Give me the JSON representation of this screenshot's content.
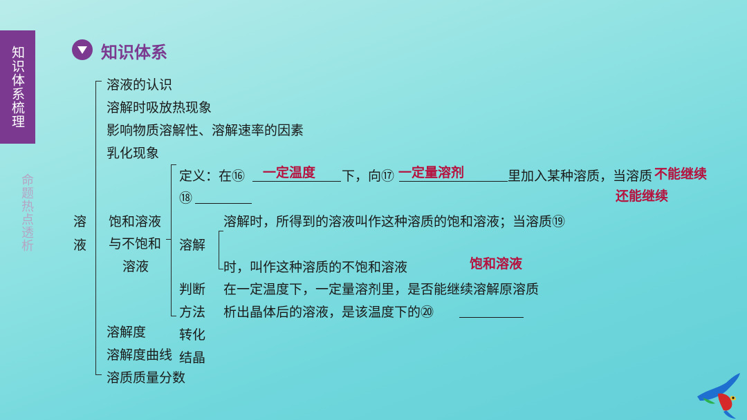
{
  "sidebar": {
    "active": "知识体系梳理",
    "inactive": "命题热点透析"
  },
  "section_title": "知识体系",
  "root": [
    "溶",
    "液"
  ],
  "level1": {
    "item1": "溶液的认识",
    "item2": "溶解时吸放热现象",
    "item3": "影响物质溶解性、溶解速率的因素",
    "item4": "乳化现象",
    "sat_line1": "饱和溶液",
    "sat_line2": "与不饱和",
    "sat_line3": "溶液",
    "item6": "溶解度",
    "item7": "溶解度曲线",
    "item8": "溶质质量分数"
  },
  "definition": {
    "label": "定义：在⑯",
    "mid1": "下，向⑰",
    "mid2": "里加入某种溶质，当溶质",
    "num18": "⑱",
    "line2": "溶解时，所得到的溶液叫作这种溶质的饱和溶液；当溶质⑲",
    "sub_label": "溶解",
    "line3": "时，叫作这种溶质的不饱和溶液"
  },
  "judge": {
    "label1": "判断",
    "label2": "方法",
    "line1": "在一定温度下，一定量溶剂里，是否能继续溶解原溶质",
    "line2": "析出晶体后的溶液，是该温度下的⑳"
  },
  "convert": {
    "label1": "转化",
    "label2": "结晶"
  },
  "answers": {
    "a16": "一定温度",
    "a17": "一定量溶剂",
    "a18": "不能继续",
    "a19": "还能继续",
    "a20": "饱和溶液"
  },
  "colors": {
    "accent": "#7b3a8f",
    "answer": "#b5123f"
  }
}
